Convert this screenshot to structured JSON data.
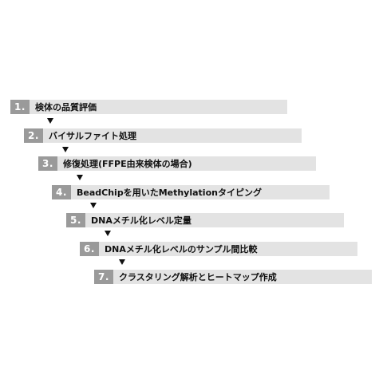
{
  "steps": [
    {
      "number": "1.",
      "label": "検体の品質評価"
    },
    {
      "number": "2.",
      "label": "バイサルファイト処理"
    },
    {
      "number": "3.",
      "label": "修復処理(FFPE由来検体の場合)"
    },
    {
      "number": "4.",
      "label": "BeadChipを用いたMethylationタイピング"
    },
    {
      "number": "5.",
      "label": "DNAメチル化レベル定量"
    },
    {
      "number": "6.",
      "label": "DNAメチル化レベルのサンプル間比較"
    },
    {
      "number": "7.",
      "label": "クラスタリング解析とヒートマップ作成"
    }
  ],
  "colors": {
    "number_box": "#9a9a9a",
    "bar": "#e3e3e3",
    "arrow": "#111111"
  },
  "icons": {
    "connector": "down-triangle-arrow"
  }
}
